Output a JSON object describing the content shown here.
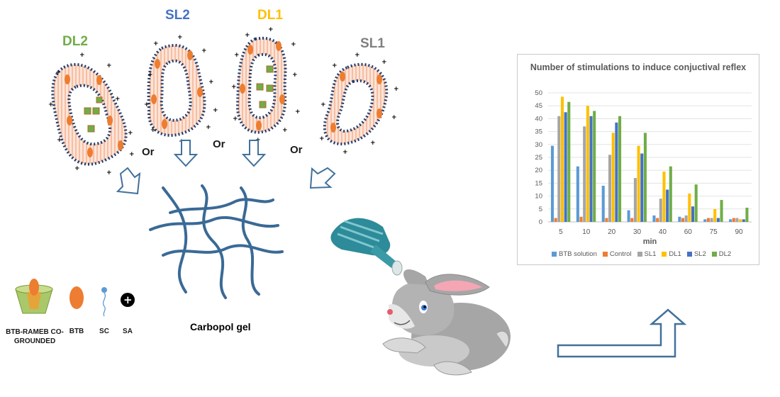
{
  "vesicles": {
    "dl2": {
      "label": "DL2",
      "color": "#70ad47"
    },
    "sl2": {
      "label": "SL2",
      "color": "#4472c4"
    },
    "dl1": {
      "label": "DL1",
      "color": "#ffc000"
    },
    "sl1": {
      "label": "SL1",
      "color": "#7f7f7f"
    }
  },
  "connectors": [
    "Or",
    "Or",
    "Or"
  ],
  "gel_label": "Carbopol gel",
  "key": {
    "rameb": "BTB-RAMEB CO-GROUNDED",
    "btb": "BTB",
    "sc": "SC",
    "sa": "SA"
  },
  "colors": {
    "arrow": "#41719c",
    "gel": "#3a6a96",
    "membrane_head": "#1f3c6e",
    "membrane_tail": "#f4b59a",
    "drug": "#ed7d31"
  },
  "chart_data": {
    "type": "bar",
    "title": "Number of stimulations to induce conjuctival reflex",
    "xlabel": "min",
    "ylabel": "",
    "ylim": [
      0,
      50
    ],
    "yticks": [
      0,
      5,
      10,
      15,
      20,
      25,
      30,
      35,
      40,
      45,
      50
    ],
    "grid": true,
    "legend_position": "bottom",
    "categories": [
      "5",
      "10",
      "20",
      "30",
      "40",
      "60",
      "75",
      "90"
    ],
    "series": [
      {
        "name": "BTB solution",
        "color": "#5b9bd5",
        "values": [
          29.5,
          21.5,
          14,
          4.5,
          2.5,
          2,
          1,
          1
        ]
      },
      {
        "name": "Control",
        "color": "#ed7d31",
        "values": [
          1.5,
          2,
          1.5,
          1.5,
          1.5,
          1.5,
          1.5,
          1.5
        ]
      },
      {
        "name": "SL1",
        "color": "#a5a5a5",
        "values": [
          41,
          37,
          26,
          17,
          9,
          2.5,
          1.5,
          1.5
        ]
      },
      {
        "name": "DL1",
        "color": "#ffc000",
        "values": [
          48.5,
          45,
          34.5,
          29.5,
          19.5,
          11,
          5,
          1
        ]
      },
      {
        "name": "SL2",
        "color": "#4472c4",
        "values": [
          42.5,
          41,
          38.5,
          26.5,
          12.5,
          6,
          1.5,
          1
        ]
      },
      {
        "name": "DL2",
        "color": "#70ad47",
        "values": [
          46.5,
          43,
          41,
          34.5,
          21.5,
          14.5,
          8.5,
          5.5
        ]
      }
    ]
  }
}
